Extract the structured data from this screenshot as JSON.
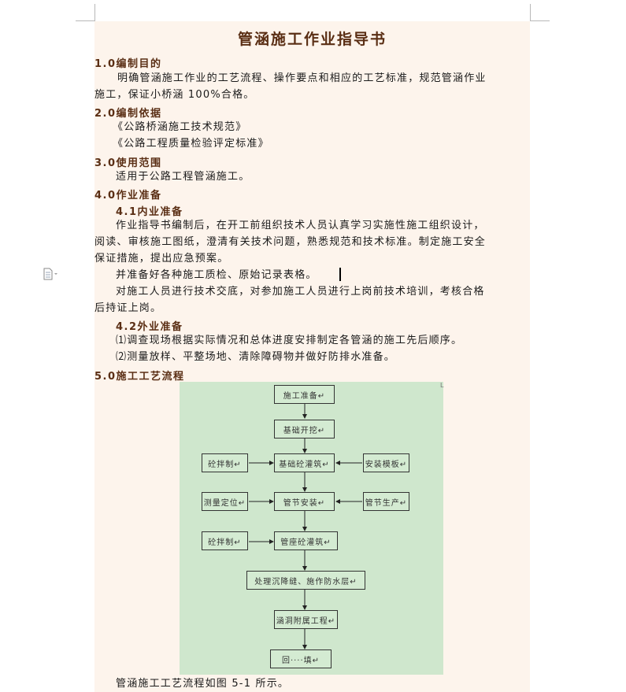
{
  "title": "管涵施工作业指导书",
  "s1": {
    "heading": "1.0编制目的",
    "p1": "明确管涵施工作业的工艺流程、操作要点和相应的工艺标准，规范管涵作业",
    "p2": "施工，保证小桥涵 100%合格。"
  },
  "s2": {
    "heading": "2.0编制依据",
    "ref1": "《公路桥涵施工技术规范》",
    "ref2": "《公路工程质量检验评定标准》"
  },
  "s3": {
    "heading": "3.0使用范围",
    "p": "适用于公路工程管涵施工。"
  },
  "s4": {
    "heading": "4.0作业准备",
    "sub1": {
      "heading": "4.1内业准备",
      "p1a": "作业指导书编制后，在开工前组织技术人员认真学习实施性施工组织设计，",
      "p1b": "阅读、审核施工图纸，澄清有关技术问题，熟悉规范和技术标准。制定施工安全",
      "p1c": "保证措施，提出应急预案。",
      "p2": "并准备好各种施工质检、原始记录表格。",
      "p3a": "对施工人员进行技术交底，对参加施工人员进行上岗前技术培训，考核合格",
      "p3b": "后持证上岗。"
    },
    "sub2": {
      "heading": "4.2外业准备",
      "p1": "⑴调查现场根据实际情况和总体进度安排制定各管涵的施工先后顺序。",
      "p2": "⑵测量放样、平整场地、清除障碍物并做好防排水准备。"
    }
  },
  "s5": {
    "heading": "5.0施工工艺流程",
    "caption": "管涵施工工艺流程如图 5-1 所示。"
  },
  "flow": {
    "prep": "施工准备↵",
    "excavate": "基础开挖↵",
    "found_pour": "基础砼灌筑↵",
    "mix1": "砼拌制↵",
    "formwork": "安装模板↵",
    "pipe_install": "管节安装↵",
    "survey": "测量定位↵",
    "pipe_produce": "管节生产↵",
    "mix2": "砼拌制↵",
    "base_pour": "管座砼灌筑↵",
    "joints": "处理沉降缝、施作防水层↵",
    "ancillary": "涵洞附属工程↵",
    "backfill": "回····填↵",
    "corner_mark": "L"
  },
  "colors": {
    "heading": "#5a2e14",
    "page": "#fdf4ec",
    "flow_bg": "#cfe7cd"
  }
}
